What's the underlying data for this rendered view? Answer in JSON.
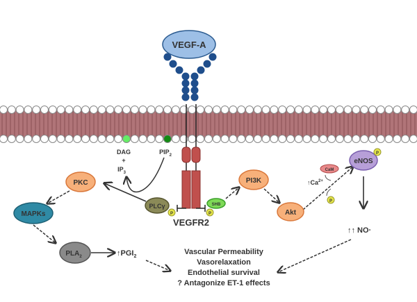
{
  "ligand": {
    "label": "VEGF-A",
    "color": "#9dbfe6"
  },
  "receptor": {
    "label": "VEGFR2",
    "color": "#c0504d"
  },
  "membrane": {
    "color": "#b07478"
  },
  "lipids": {
    "dag": "DAG",
    "plus": "+",
    "ip3": "IP",
    "ip3_sub": "3",
    "pip2": "PIP",
    "pip2_sub": "2"
  },
  "nodes": {
    "plcg": {
      "label": "PLCγ",
      "color": "#8b8a58"
    },
    "shb": {
      "label": "SHB",
      "color": "#7ed957"
    },
    "pi3k": {
      "label": "PI3K",
      "color": "#f7b07a"
    },
    "akt": {
      "label": "Akt",
      "color": "#f7b07a"
    },
    "enos": {
      "label": "eNOS",
      "color": "#b79fd8"
    },
    "cam": {
      "label": "CaM",
      "color": "#e8898a"
    },
    "pkc": {
      "label": "PKC",
      "color": "#f7b07a"
    },
    "mapks": {
      "label": "MAPKs",
      "color": "#2f8aa5"
    },
    "pla2": {
      "label": "PLA",
      "pla2_sub": "2",
      "color": "#8a8a8a"
    }
  },
  "phospho": {
    "label": "P",
    "color": "#e6e64a"
  },
  "labels": {
    "ca": "↑Ca",
    "ca_sup": "2+",
    "no": "↑↑ NO·",
    "pgi": "↑PGI",
    "pgi_sub": "2"
  },
  "outcomes": [
    "Vascular Permeability",
    "Vasorelaxation",
    "Endothelial survival",
    "? Antagonize ET-1 effects"
  ]
}
